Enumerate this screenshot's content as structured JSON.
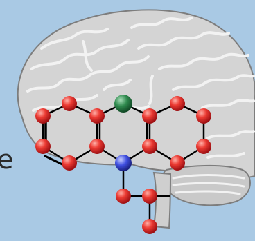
{
  "background_color": "#a9c9e4",
  "brain": {
    "fill": "#d4d4d4",
    "fold_color": "#f2f2f2",
    "outline": "#7d7d7d",
    "depicts": "brain-illustration"
  },
  "molecule": {
    "carbon_color": "#e8252a",
    "sulfur_color": "#2f8a4e",
    "nitrogen_color": "#3f4fe0",
    "bond_color": "#000000",
    "depicts": "tricyclic-ring-molecule-model"
  },
  "edge_text": "e"
}
